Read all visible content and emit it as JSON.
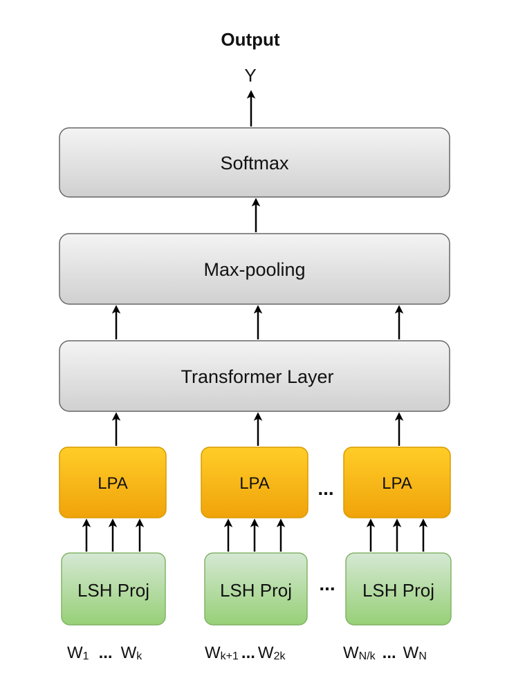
{
  "output": {
    "title": "Output",
    "symbol": "Y"
  },
  "layers": {
    "softmax": "Softmax",
    "maxpool": "Max-pooling",
    "transformer": "Transformer Layer"
  },
  "lpa_blocks": [
    "LPA",
    "LPA",
    "LPA"
  ],
  "lsh_blocks": [
    "LSH Proj",
    "LSH Proj",
    "LSH Proj"
  ],
  "ellipsis": "...",
  "word_groups": [
    {
      "first_base": "W",
      "first_sub": "1",
      "sep": "...",
      "last_base": "W",
      "last_sub": "k"
    },
    {
      "first_base": "W",
      "first_sub": "k+1",
      "sep": "...",
      "last_base": "W",
      "last_sub": "2k"
    },
    {
      "first_base": "W",
      "first_sub": "N/k",
      "sep": "...",
      "last_base": "W",
      "last_sub": "N"
    }
  ],
  "colors": {
    "gray_box_top": "#f4f4f4",
    "gray_box_bottom": "#d0d0d0",
    "gray_box_stroke": "#666666",
    "lpa_top": "#ffcd28",
    "lpa_bottom": "#f0a30a",
    "lpa_stroke": "#d79b00",
    "lsh_top": "#d5e8d4",
    "lsh_bottom": "#97d077",
    "lsh_stroke": "#82b366"
  }
}
